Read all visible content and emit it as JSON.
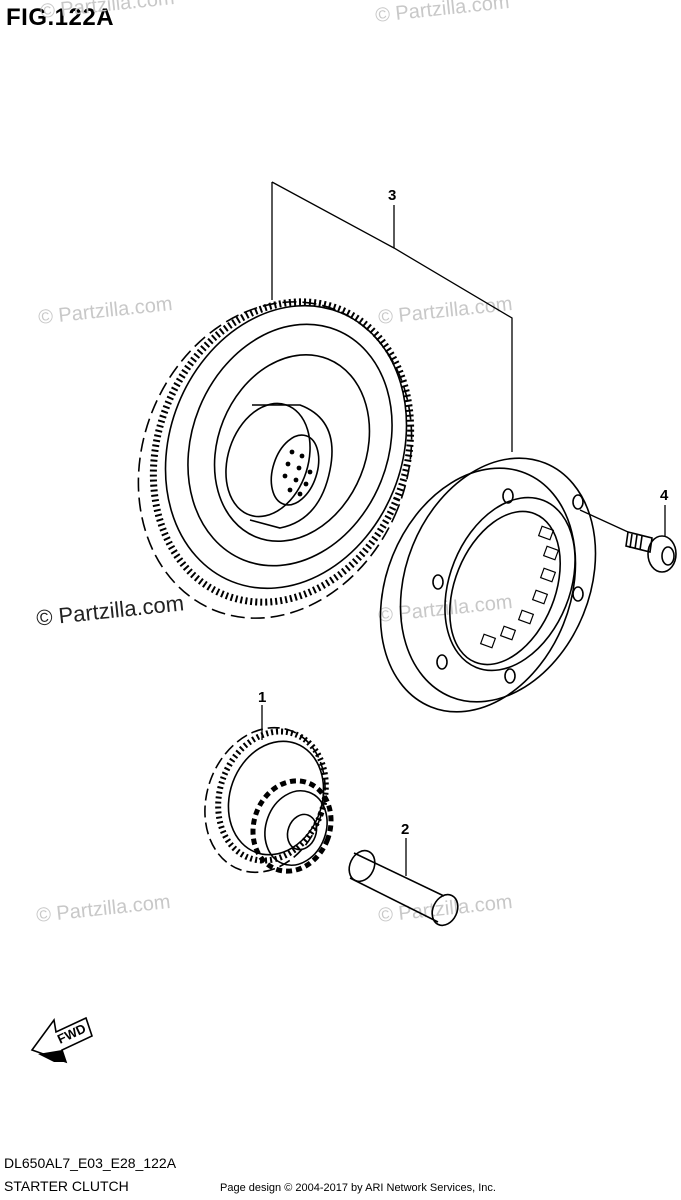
{
  "header": {
    "figure_title": "FIG.122A"
  },
  "footer": {
    "model_code": "DL650AL7_E03_E28_122A",
    "caption": "STARTER CLUTCH",
    "copyright": "Page design © 2004-2017 by ARI Network Services, Inc."
  },
  "watermark": {
    "text": "© Partzilla.com"
  },
  "callouts": {
    "part_1": "1",
    "part_2": "2",
    "part_3": "3",
    "part_4": "4"
  },
  "direction_indicator": {
    "label": "FWD"
  },
  "colors": {
    "line": "#000000",
    "watermark": "#c8c8c8",
    "background": "#ffffff"
  }
}
